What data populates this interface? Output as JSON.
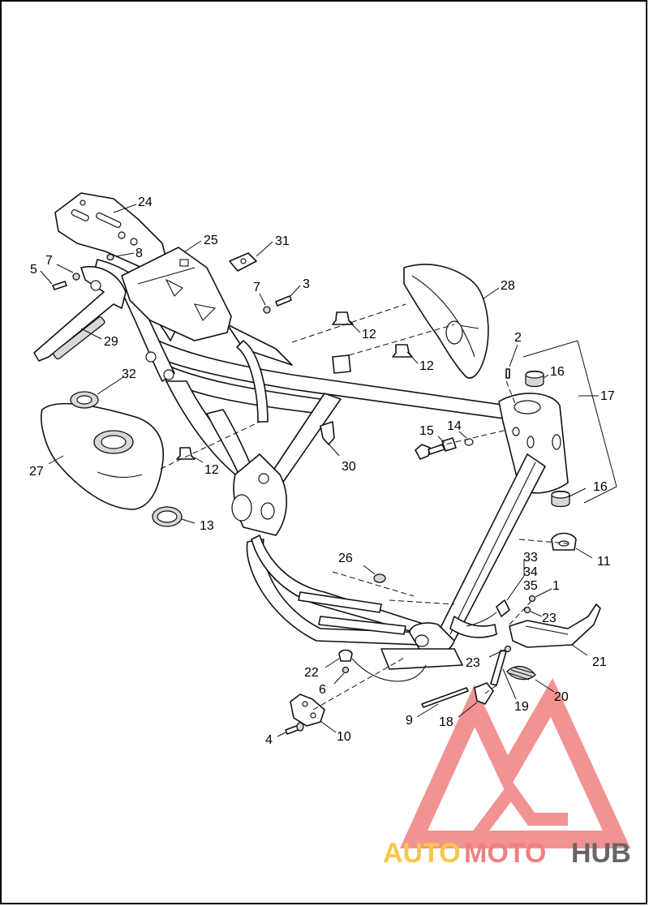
{
  "diagram": {
    "callouts": [
      {
        "id": "c24",
        "label": "24"
      },
      {
        "id": "c25",
        "label": "25"
      },
      {
        "id": "c31",
        "label": "31"
      },
      {
        "id": "c8",
        "label": "8"
      },
      {
        "id": "c7a",
        "label": "7"
      },
      {
        "id": "c5",
        "label": "5"
      },
      {
        "id": "c7b",
        "label": "7"
      },
      {
        "id": "c3",
        "label": "3"
      },
      {
        "id": "c28",
        "label": "28"
      },
      {
        "id": "c29",
        "label": "29"
      },
      {
        "id": "c12a",
        "label": "12"
      },
      {
        "id": "c2",
        "label": "2"
      },
      {
        "id": "c12b",
        "label": "12"
      },
      {
        "id": "c16a",
        "label": "16"
      },
      {
        "id": "c32",
        "label": "32"
      },
      {
        "id": "c17",
        "label": "17"
      },
      {
        "id": "c15",
        "label": "15"
      },
      {
        "id": "c14",
        "label": "14"
      },
      {
        "id": "c27",
        "label": "27"
      },
      {
        "id": "c12c",
        "label": "12"
      },
      {
        "id": "c30",
        "label": "30"
      },
      {
        "id": "c16b",
        "label": "16"
      },
      {
        "id": "c13",
        "label": "13"
      },
      {
        "id": "c33",
        "label": "33"
      },
      {
        "id": "c26",
        "label": "26"
      },
      {
        "id": "c11",
        "label": "11"
      },
      {
        "id": "c34",
        "label": "34"
      },
      {
        "id": "c35",
        "label": "35"
      },
      {
        "id": "c1",
        "label": "1"
      },
      {
        "id": "c23a",
        "label": "23"
      },
      {
        "id": "c23b",
        "label": "23"
      },
      {
        "id": "c21",
        "label": "21"
      },
      {
        "id": "c22",
        "label": "22"
      },
      {
        "id": "c6",
        "label": "6"
      },
      {
        "id": "c20",
        "label": "20"
      },
      {
        "id": "c19",
        "label": "19"
      },
      {
        "id": "c9",
        "label": "9"
      },
      {
        "id": "c18",
        "label": "18"
      },
      {
        "id": "c4",
        "label": "4"
      },
      {
        "id": "c10",
        "label": "10"
      }
    ]
  },
  "watermark": {
    "part1": "AUTO",
    "part2": "MOTO",
    "part3": "HUB",
    "colors": {
      "auto": "#f7c64a",
      "moto": "#f08080",
      "hub": "#666666",
      "logo": "#f08080"
    }
  }
}
